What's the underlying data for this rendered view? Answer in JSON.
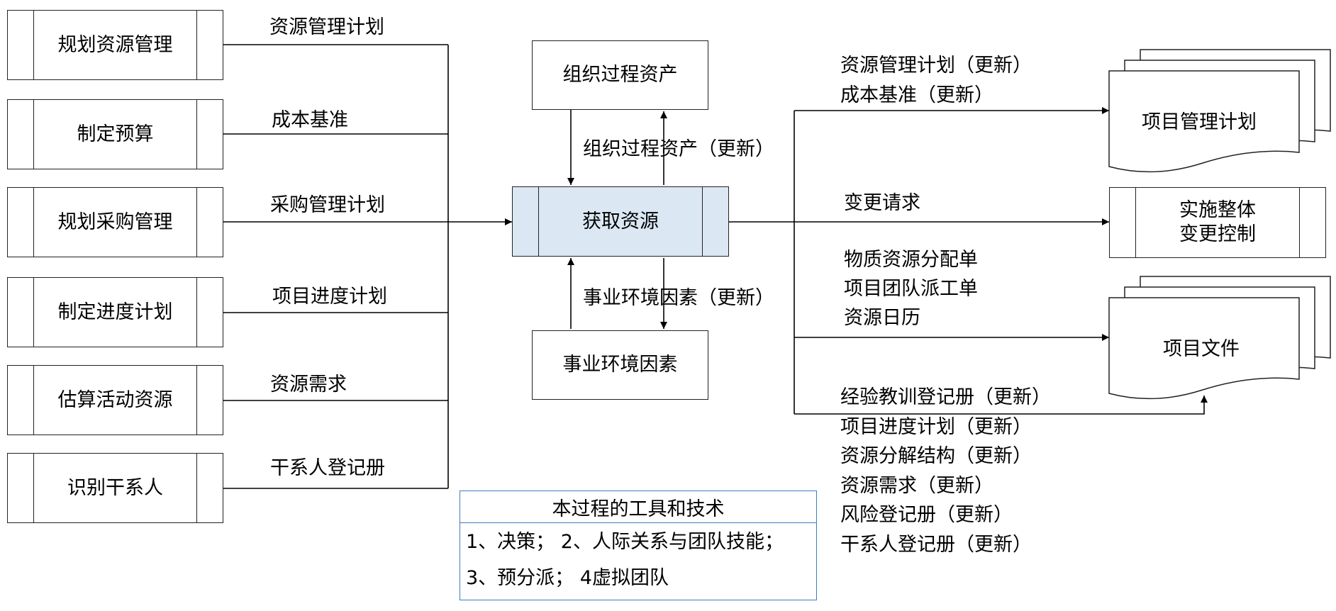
{
  "inputs": {
    "plan_resource": "规划资源管理",
    "budget": "制定预算",
    "plan_procurement": "规划采购管理",
    "schedule": "制定进度计划",
    "estimate_resources": "估算活动资源",
    "identify_stakeholders": "识别干系人"
  },
  "input_labels": {
    "resource_plan": "资源管理计划",
    "cost_baseline": "成本基准",
    "procurement_plan": "采购管理计划",
    "schedule_plan": "项目进度计划",
    "resource_requirements": "资源需求",
    "stakeholder_register": "干系人登记册"
  },
  "center": {
    "process": "获取资源",
    "opa": "组织过程资产",
    "opa_update": "组织过程资产（更新）",
    "eef": "事业环境因素",
    "eef_update": "事业环境因素（更新）"
  },
  "tools": {
    "title": "本过程的工具和技术",
    "line1": "1、决策；  2、人际关系与团队技能；",
    "line2": "3、预分派；  4虚拟团队"
  },
  "outputs": {
    "pm_plan": "项目管理计划",
    "pm_plan_updates": [
      "资源管理计划（更新）",
      "成本基准（更新）"
    ],
    "change_request": "变更请求",
    "change_control_line1": "实施整体",
    "change_control_line2": "变更控制",
    "project_docs": "项目文件",
    "new_docs": [
      "物质资源分配单",
      "项目团队派工单",
      "资源日历"
    ],
    "doc_updates": [
      "经验教训登记册（更新）",
      "项目进度计划（更新）",
      "资源分解结构（更新）",
      "资源需求（更新）",
      "风险登记册（更新）",
      "干系人登记册（更新）"
    ]
  }
}
